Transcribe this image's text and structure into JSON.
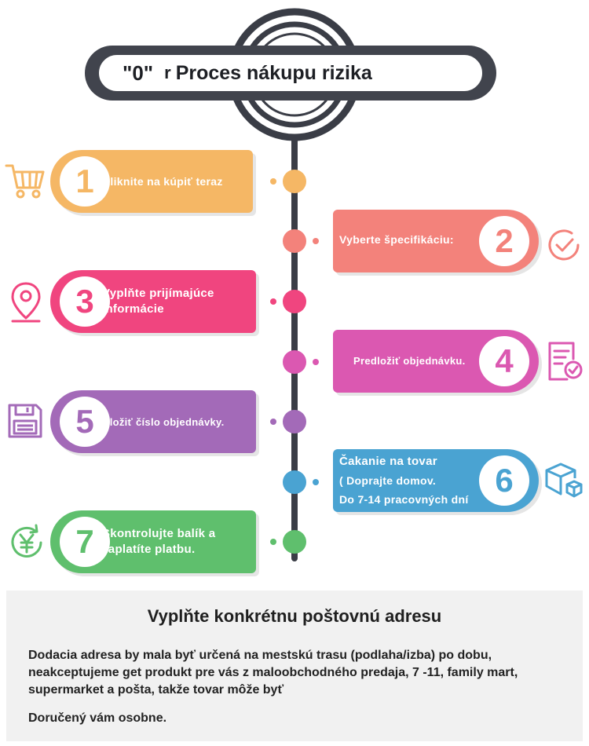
{
  "title": {
    "zero": "\"0\"",
    "r": "r",
    "text": "Proces nákupu rizika"
  },
  "steps": [
    {
      "number": "1",
      "label_lines": [
        "Kliknite na kúpiť teraz"
      ],
      "color": "#f5b765",
      "icon": "shopping-cart-icon"
    },
    {
      "number": "2",
      "label_lines": [
        "Vyberte špecifikáciu:"
      ],
      "color": "#f3827b",
      "icon": "check-circle-icon"
    },
    {
      "number": "3",
      "label_lines": [
        "Vyplňte prijímajúce",
        "informácie"
      ],
      "color": "#f0457f",
      "icon": "location-pin-icon"
    },
    {
      "number": "4",
      "label_lines": [
        "Predložiť objednávku."
      ],
      "color": "#db58b1",
      "icon": "document-check-icon"
    },
    {
      "number": "5",
      "label_lines": [
        "Uložiť číslo objednávky."
      ],
      "color": "#a36ab8",
      "icon": "floppy-disk-icon"
    },
    {
      "number": "6",
      "label_lines": [
        "Čakanie na tovar",
        "( Doprajte domov.",
        "Do 7-14 pracovných dní"
      ],
      "color": "#4aa3d2",
      "icon": "package-box-icon"
    },
    {
      "number": "7",
      "label_lines": [
        "Skontrolujte balík a",
        "zaplatíte platbu."
      ],
      "color": "#5fbf6d",
      "icon": "yen-refresh-icon"
    }
  ],
  "bottom": {
    "title": "Vyplňte konkrétnu poštovnú adresu",
    "body": "Dodacia adresa by mala byť určená na mestskú trasu (podlaha/izba) po dobu, neakceptujeme get produkt pre vás z maloobchodného predaja, 7 -11, family mart, supermarket a pošta, takže tovar môže byť",
    "footer": "Doručený vám osobne."
  }
}
